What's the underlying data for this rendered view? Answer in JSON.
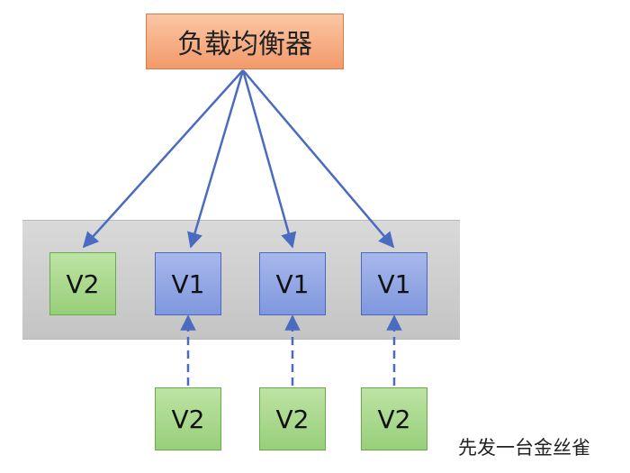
{
  "load_balancer": {
    "label": "负载均衡器"
  },
  "cluster_nodes": [
    {
      "label": "V2"
    },
    {
      "label": "V1"
    },
    {
      "label": "V1"
    },
    {
      "label": "V1"
    }
  ],
  "upgrade_nodes": [
    {
      "label": "V2"
    },
    {
      "label": "V2"
    },
    {
      "label": "V2"
    }
  ],
  "caption": "先发一台金丝雀",
  "colors": {
    "load_balancer": "#f4a57a",
    "v1_node": "#8fa5e3",
    "v2_node": "#a9d98b",
    "band": "#cfcfcf",
    "arrow": "#4a6cc0"
  }
}
